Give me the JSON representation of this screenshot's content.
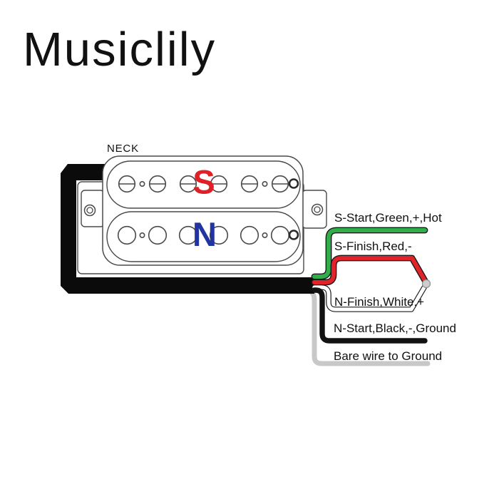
{
  "logo": "Musiclily",
  "pickup": {
    "position_label": "NECK",
    "south_label": "S",
    "north_label": "N"
  },
  "wiring_labels": {
    "s_start": "S-Start,Green,+,Hot",
    "s_finish": "S-Finish,Red,-",
    "n_finish": "N-Finish,White,+",
    "n_start": "N-Start,Black,-,Ground",
    "bare": "Bare wire to Ground"
  },
  "colors": {
    "green_wire": "#2fae49",
    "red_wire": "#e2232a",
    "black_wire": "#121212",
    "white_wire": "#ffffff",
    "bare_wire": "#c8c8c8",
    "wire_outline": "#1a1a1a",
    "cable": "#0b0b0b",
    "s_letter": "#e01f26",
    "n_letter": "#2134a0",
    "solder_joint": "#cdcdcd"
  }
}
